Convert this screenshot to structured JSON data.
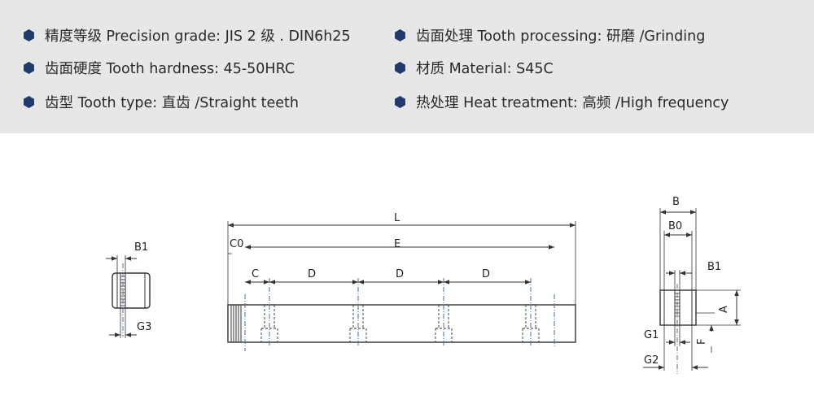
{
  "specs": {
    "precision": "精度等级 Precision grade: JIS 2 级 . DIN6h25",
    "processing": "齿面处理 Tooth processing: 研磨 /Grinding",
    "hardness": "齿面硬度 Tooth hardness: 45-50HRC",
    "material": "材质 Material: S45C",
    "tooth_type": "齿型 Tooth type: 直齿 /Straight teeth",
    "heat": "热处理 Heat treatment: 高频 /High frequency"
  },
  "colors": {
    "panel_bg": "#e7e7e7",
    "bullet": "#1f3a6d",
    "line": "#333333",
    "centerline": "#4a6fa5"
  },
  "dims": {
    "left_view": {
      "b1": "B1",
      "g3": "G3"
    },
    "front_view": {
      "l": "L",
      "c0": "C0",
      "e": "E",
      "c": "C",
      "d1": "D",
      "d2": "D",
      "d3": "D"
    },
    "side_view": {
      "b": "B",
      "b0": "B0",
      "b1": "B1",
      "a": "A",
      "g1": "G1",
      "f": "F",
      "g2": "G2"
    }
  }
}
